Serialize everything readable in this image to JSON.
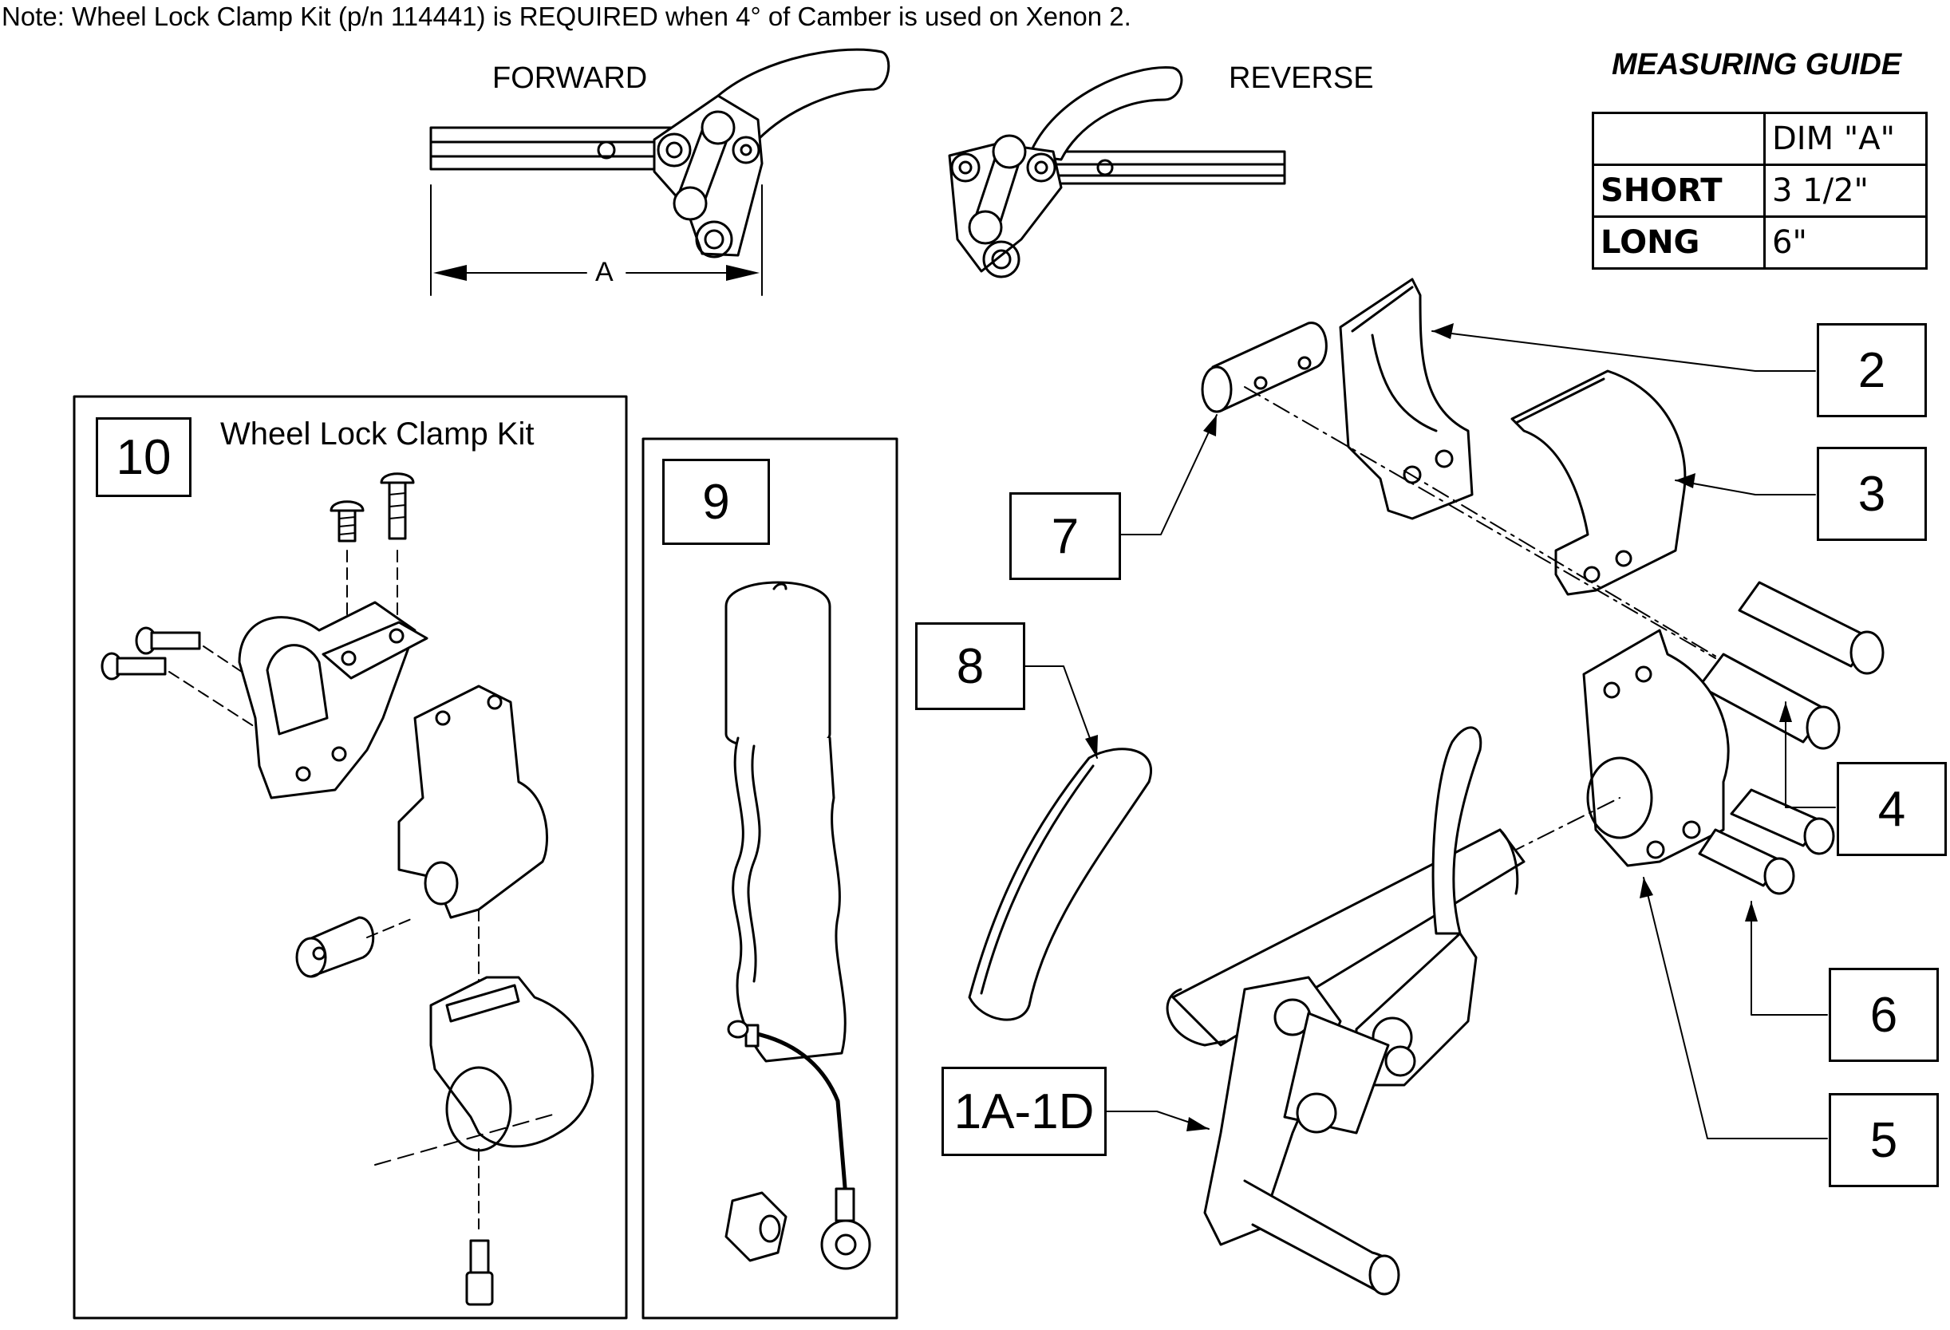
{
  "note": "Note: Wheel Lock Clamp Kit (p/n 114441) is REQUIRED when 4° of Camber is used on Xenon 2.",
  "labels": {
    "forward": "FORWARD",
    "reverse": "REVERSE",
    "dim_a": "A"
  },
  "measuring_guide": {
    "title": "MEASURING GUIDE",
    "header": [
      "",
      "DIM \"A\""
    ],
    "rows": [
      [
        "SHORT",
        "3 1/2\""
      ],
      [
        "LONG",
        "6\""
      ]
    ]
  },
  "kit_panel": {
    "number": "10",
    "title": "Wheel Lock Clamp Kit"
  },
  "grip_panel": {
    "number": "9"
  },
  "callouts": {
    "c2": "2",
    "c3": "3",
    "c4": "4",
    "c5": "5",
    "c6": "6",
    "c7": "7",
    "c8": "8",
    "c1": "1A-1D"
  },
  "colors": {
    "line": "#000000",
    "background": "#ffffff"
  }
}
